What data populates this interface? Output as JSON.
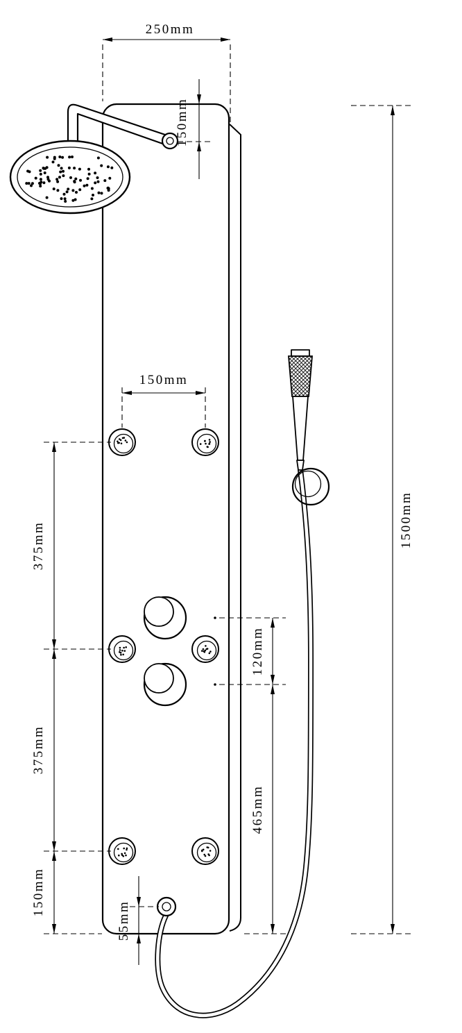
{
  "colors": {
    "line": "#000000",
    "background": "#ffffff"
  },
  "dimensions": {
    "top_width": "250mm",
    "head_drop": "150mm",
    "jet_spacing": "150mm",
    "jet_gap_upper": "375mm",
    "jet_gap_lower": "375mm",
    "bottom_jet_offset": "150mm",
    "outlet_offset": "55mm",
    "valve_gap": "120mm",
    "hose_outlet_drop": "465mm",
    "panel_height": "1500mm"
  }
}
